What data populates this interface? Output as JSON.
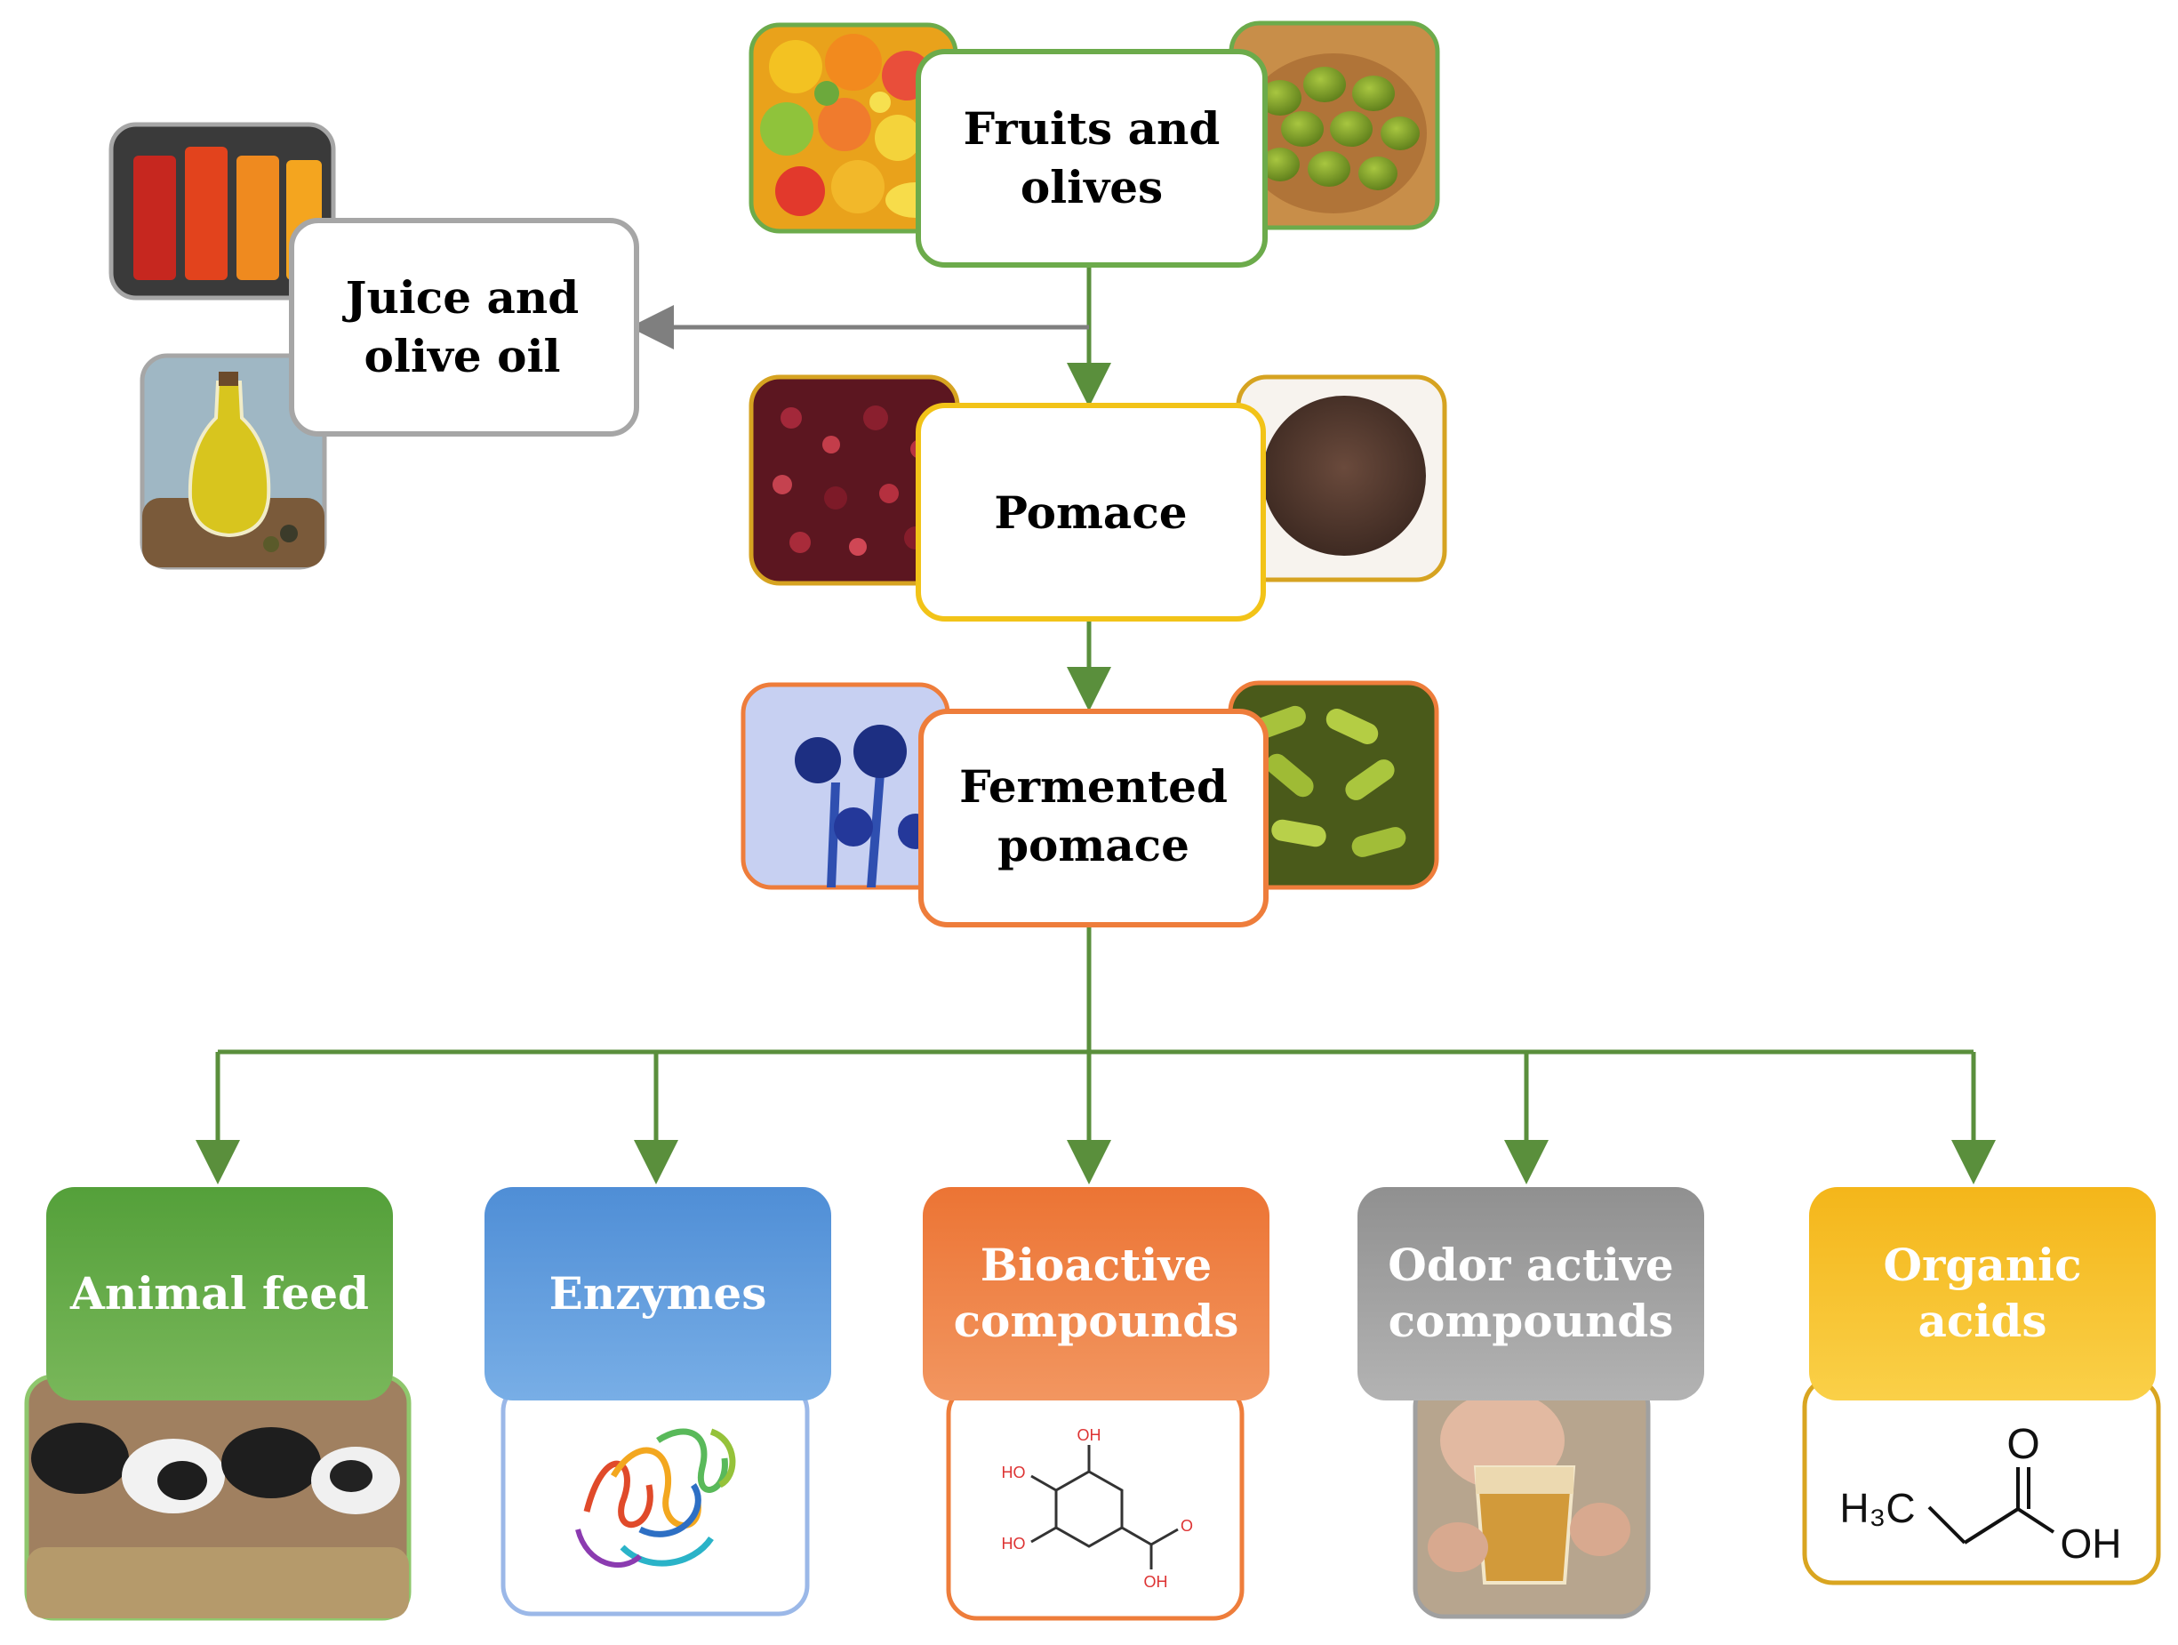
{
  "nodes": {
    "fruits": {
      "line1": "Fruits and",
      "line2": "olives"
    },
    "juice": {
      "line1": "Juice and",
      "line2": "olive oil"
    },
    "pomace": {
      "label": "Pomace"
    },
    "fermented": {
      "line1": "Fermented",
      "line2": "pomace"
    }
  },
  "products": {
    "animal_feed": {
      "label": "Animal feed"
    },
    "enzymes": {
      "label": "Enzymes"
    },
    "bioactive": {
      "line1": "Bioactive",
      "line2": "compounds"
    },
    "odor": {
      "line1": "Odor active",
      "line2": "compounds"
    },
    "organic": {
      "line1": "Organic",
      "line2": "acids"
    }
  },
  "chem": {
    "gallic": {
      "oh_top": "OH",
      "ho_left_top": "HO",
      "ho_left_bottom": "HO",
      "o_right": "O",
      "oh_right": "OH"
    },
    "propionic": {
      "o": "O",
      "h3c": "H₃C",
      "oh": "OH"
    }
  },
  "colors": {
    "green": "#5a8f3c",
    "gray_arrow": "#7f7f7f",
    "fruits_border": "#6cab4b",
    "juice_border": "#a6a6a6",
    "pomace_border": "#f2c318",
    "fermented_border": "#ee7d3b",
    "feed_fill": "#5fa541",
    "enzyme_fill": "#5a96d8",
    "bioactive_fill": "#ee7d3b",
    "odor_fill": "#9a9a9a",
    "organic_fill": "#f6bf1e"
  }
}
